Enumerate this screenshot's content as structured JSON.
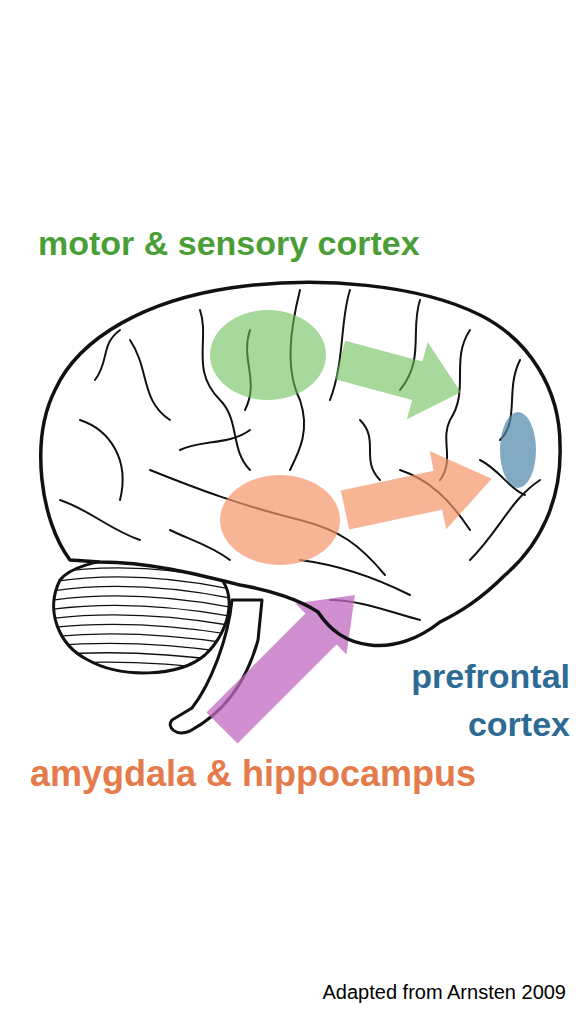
{
  "diagram": {
    "caption": "Adapted from Arnsten 2009",
    "labels": [
      "motor & sensory cortex",
      "prefrontal cortex",
      "amygdala & hippocampus"
    ]
  }
}
